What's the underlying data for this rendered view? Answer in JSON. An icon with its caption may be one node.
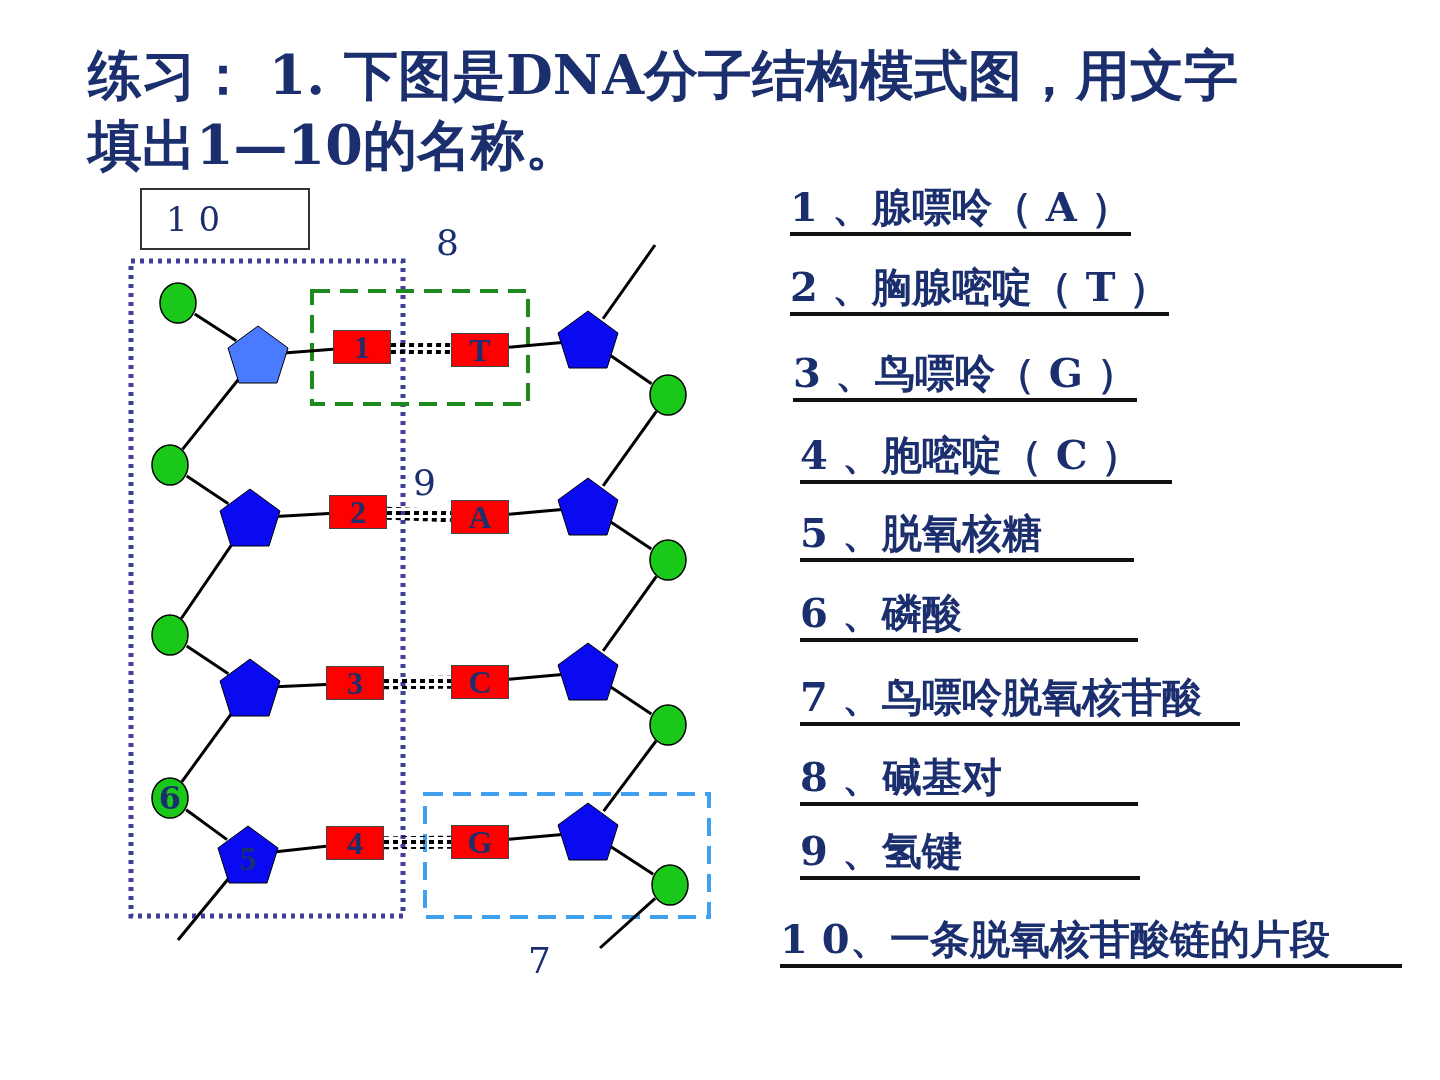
{
  "diagram": {
    "title": "练习： 1. 下图是DNA分子结构模式图，用文字填出1—10的名称。",
    "nodes": [
      {
        "text": [
          "1 0"
        ]
      },
      {
        "text": [],
        "shape": "circle"
      },
      {
        "text": [],
        "shape": "pentagon"
      },
      {
        "text": [
          "1"
        ]
      },
      {
        "text": [
          "T"
        ]
      },
      {
        "text": [],
        "shape": "pentagon"
      },
      {
        "text": [],
        "shape": "circle"
      },
      {
        "text": [],
        "shape": "circle"
      },
      {
        "text": [],
        "shape": "pentagon"
      },
      {
        "text": [
          "2"
        ]
      },
      {
        "text": [
          "A"
        ]
      },
      {
        "text": [],
        "shape": "pentagon"
      },
      {
        "text": [],
        "shape": "circle"
      },
      {
        "text": [],
        "shape": "circle"
      },
      {
        "text": [],
        "shape": "pentagon"
      },
      {
        "text": [
          "3"
        ]
      },
      {
        "text": [
          "C"
        ]
      },
      {
        "text": [],
        "shape": "pentagon"
      },
      {
        "text": [],
        "shape": "circle"
      },
      {
        "text": [
          "6"
        ]
      },
      {
        "text": [
          "5"
        ]
      },
      {
        "text": [
          "4"
        ]
      },
      {
        "text": [
          "G"
        ]
      },
      {
        "text": [],
        "shape": "pentagon"
      },
      {
        "text": [],
        "shape": "circle"
      }
    ],
    "edges": [
      {
        "from": 1,
        "to": 2,
        "arrow": "none"
      },
      {
        "from": 2,
        "to": 7,
        "arrow": "none"
      },
      {
        "from": 7,
        "to": 8,
        "arrow": "none"
      },
      {
        "from": 8,
        "to": 13,
        "arrow": "none"
      },
      {
        "from": 13,
        "to": 14,
        "arrow": "none"
      },
      {
        "from": 14,
        "to": 19,
        "arrow": "none"
      },
      {
        "from": 19,
        "to": 20,
        "arrow": "none"
      },
      {
        "from": 20,
        "to": null,
        "arrow": "none"
      },
      {
        "from": 2,
        "to": 3,
        "arrow": "none"
      },
      {
        "from": 8,
        "to": 9,
        "arrow": "none"
      },
      {
        "from": 14,
        "to": 15,
        "arrow": "none"
      },
      {
        "from": 20,
        "to": 21,
        "arrow": "none"
      },
      {
        "from": 3,
        "to": 4,
        "arrow": "none",
        "style": "dashed"
      },
      {
        "from": 9,
        "to": 10,
        "arrow": "none",
        "style": "dashed"
      },
      {
        "from": 15,
        "to": 16,
        "arrow": "none",
        "style": "dashed"
      },
      {
        "from": 21,
        "to": 22,
        "arrow": "none",
        "style": "dashed"
      },
      {
        "from": 4,
        "to": 5,
        "arrow": "none"
      },
      {
        "from": 10,
        "to": 11,
        "arrow": "none"
      },
      {
        "from": 16,
        "to": 17,
        "arrow": "none"
      },
      {
        "from": 22,
        "to": 23,
        "arrow": "none"
      },
      {
        "from": null,
        "to": 5,
        "arrow": "none"
      },
      {
        "from": 5,
        "to": 6,
        "arrow": "none"
      },
      {
        "from": 6,
        "to": 11,
        "arrow": "none"
      },
      {
        "from": 11,
        "to": 12,
        "arrow": "none"
      },
      {
        "from": 12,
        "to": 17,
        "arrow": "none"
      },
      {
        "from": 17,
        "to": 18,
        "arrow": "none"
      },
      {
        "from": 18,
        "to": 23,
        "arrow": "none"
      },
      {
        "from": 23,
        "to": 24,
        "arrow": "none"
      },
      {
        "from": 24,
        "to": null,
        "arrow": "none"
      }
    ],
    "labels": [
      "8",
      "9",
      "7",
      "1 、腺嘌呤（ A ）",
      "2 、胸腺嘧啶（ T ）",
      "3 、鸟嘌呤（ G ）",
      "4 、胞嘧啶（ C ）",
      "5 、脱氧核糖",
      "6 、磷酸",
      "7 、鸟嘌呤脱氧核苷酸",
      "8 、碱基对",
      "9 、氢键",
      "1 0、一条脱氧核苷酸链的片段"
    ]
  }
}
